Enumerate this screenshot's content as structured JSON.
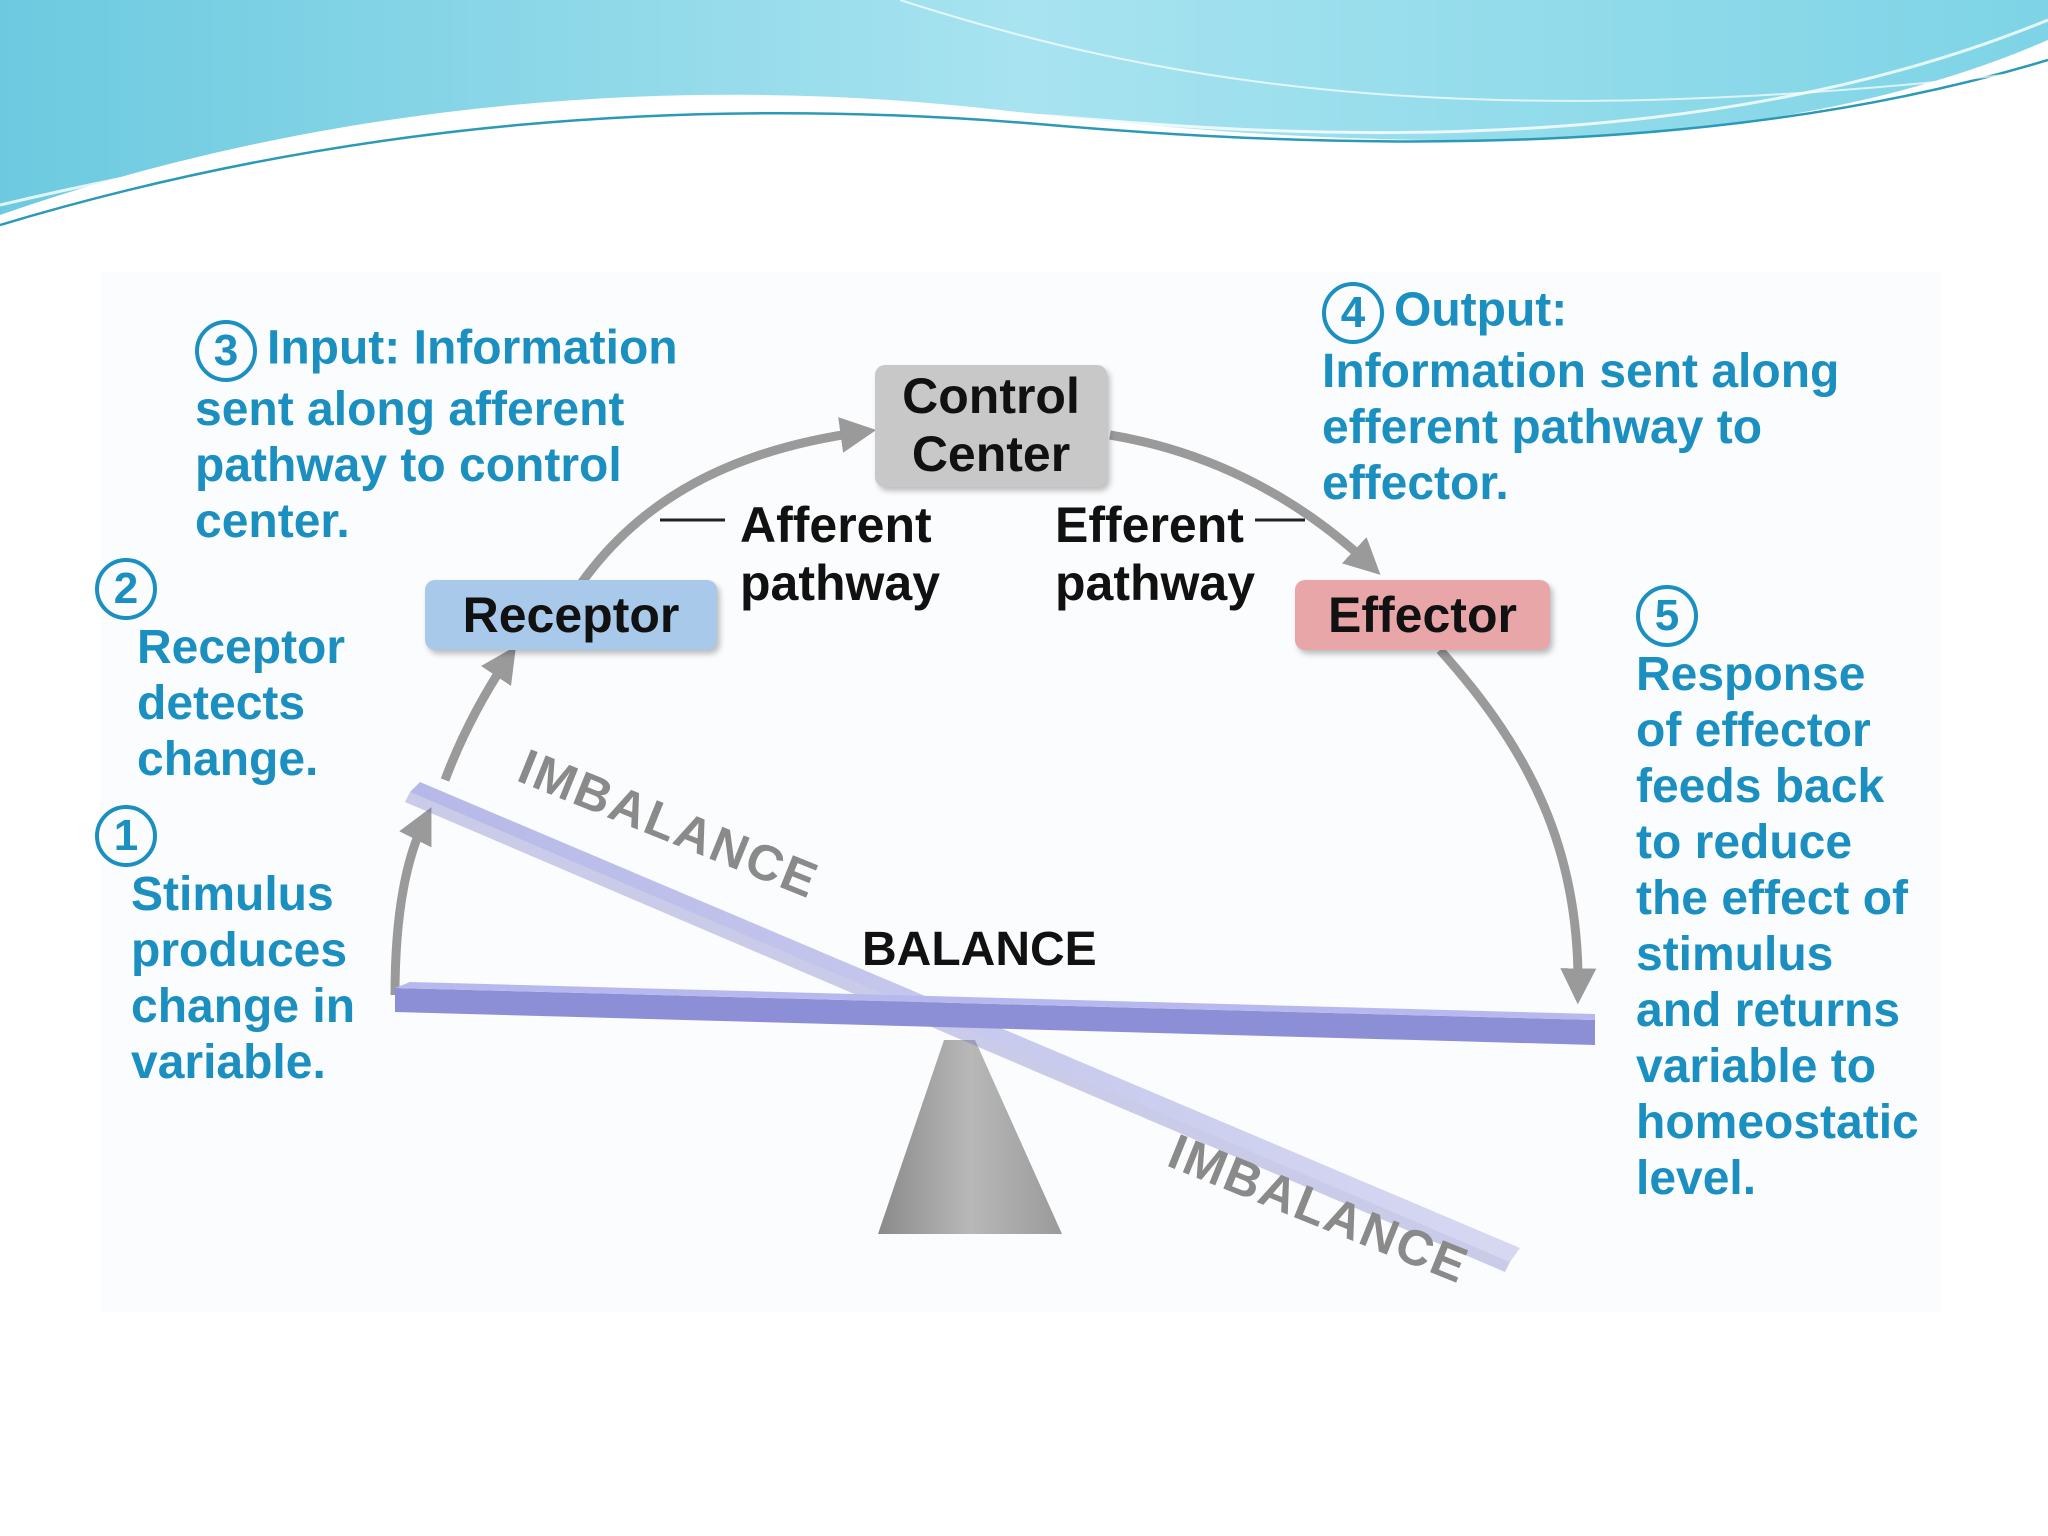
{
  "steps": {
    "step1": {
      "number": "1",
      "title": "Stimulus",
      "text": [
        "produces",
        "change in",
        "variable."
      ]
    },
    "step2": {
      "number": "2",
      "title": "Receptor",
      "text": [
        "detects",
        "change."
      ]
    },
    "step3": {
      "number": "3",
      "title": "Input:",
      "lead": "Information",
      "text": [
        "sent along afferent",
        "pathway to control",
        "center."
      ]
    },
    "step4": {
      "number": "4",
      "title": "Output:",
      "text": [
        "Information sent along",
        "efferent pathway to",
        "effector."
      ]
    },
    "step5": {
      "number": "5",
      "title": "Response",
      "text": [
        "of effector",
        "feeds back",
        "to reduce",
        "the effect of",
        "stimulus",
        "and returns",
        "variable to",
        "homeostatic",
        "level."
      ]
    }
  },
  "boxes": {
    "control_center": [
      "Control",
      "Center"
    ],
    "receptor": "Receptor",
    "effector": "Effector"
  },
  "pathways": {
    "afferent": [
      "Afferent",
      "pathway"
    ],
    "efferent": [
      "Efferent",
      "pathway"
    ]
  },
  "seesaw": {
    "imbalance_top": "IMBALANCE",
    "balance": "BALANCE",
    "imbalance_bottom": "IMBALANCE"
  },
  "colors": {
    "accent_text": "#1a8fc0",
    "receptor_box": "#a8c9ea",
    "control_box": "#c8c8c8",
    "effector_box": "#e8a6a8",
    "arrow": "#9a9a9a",
    "beam": "#8c8fd6",
    "header_wave": "#7fd2e6"
  }
}
